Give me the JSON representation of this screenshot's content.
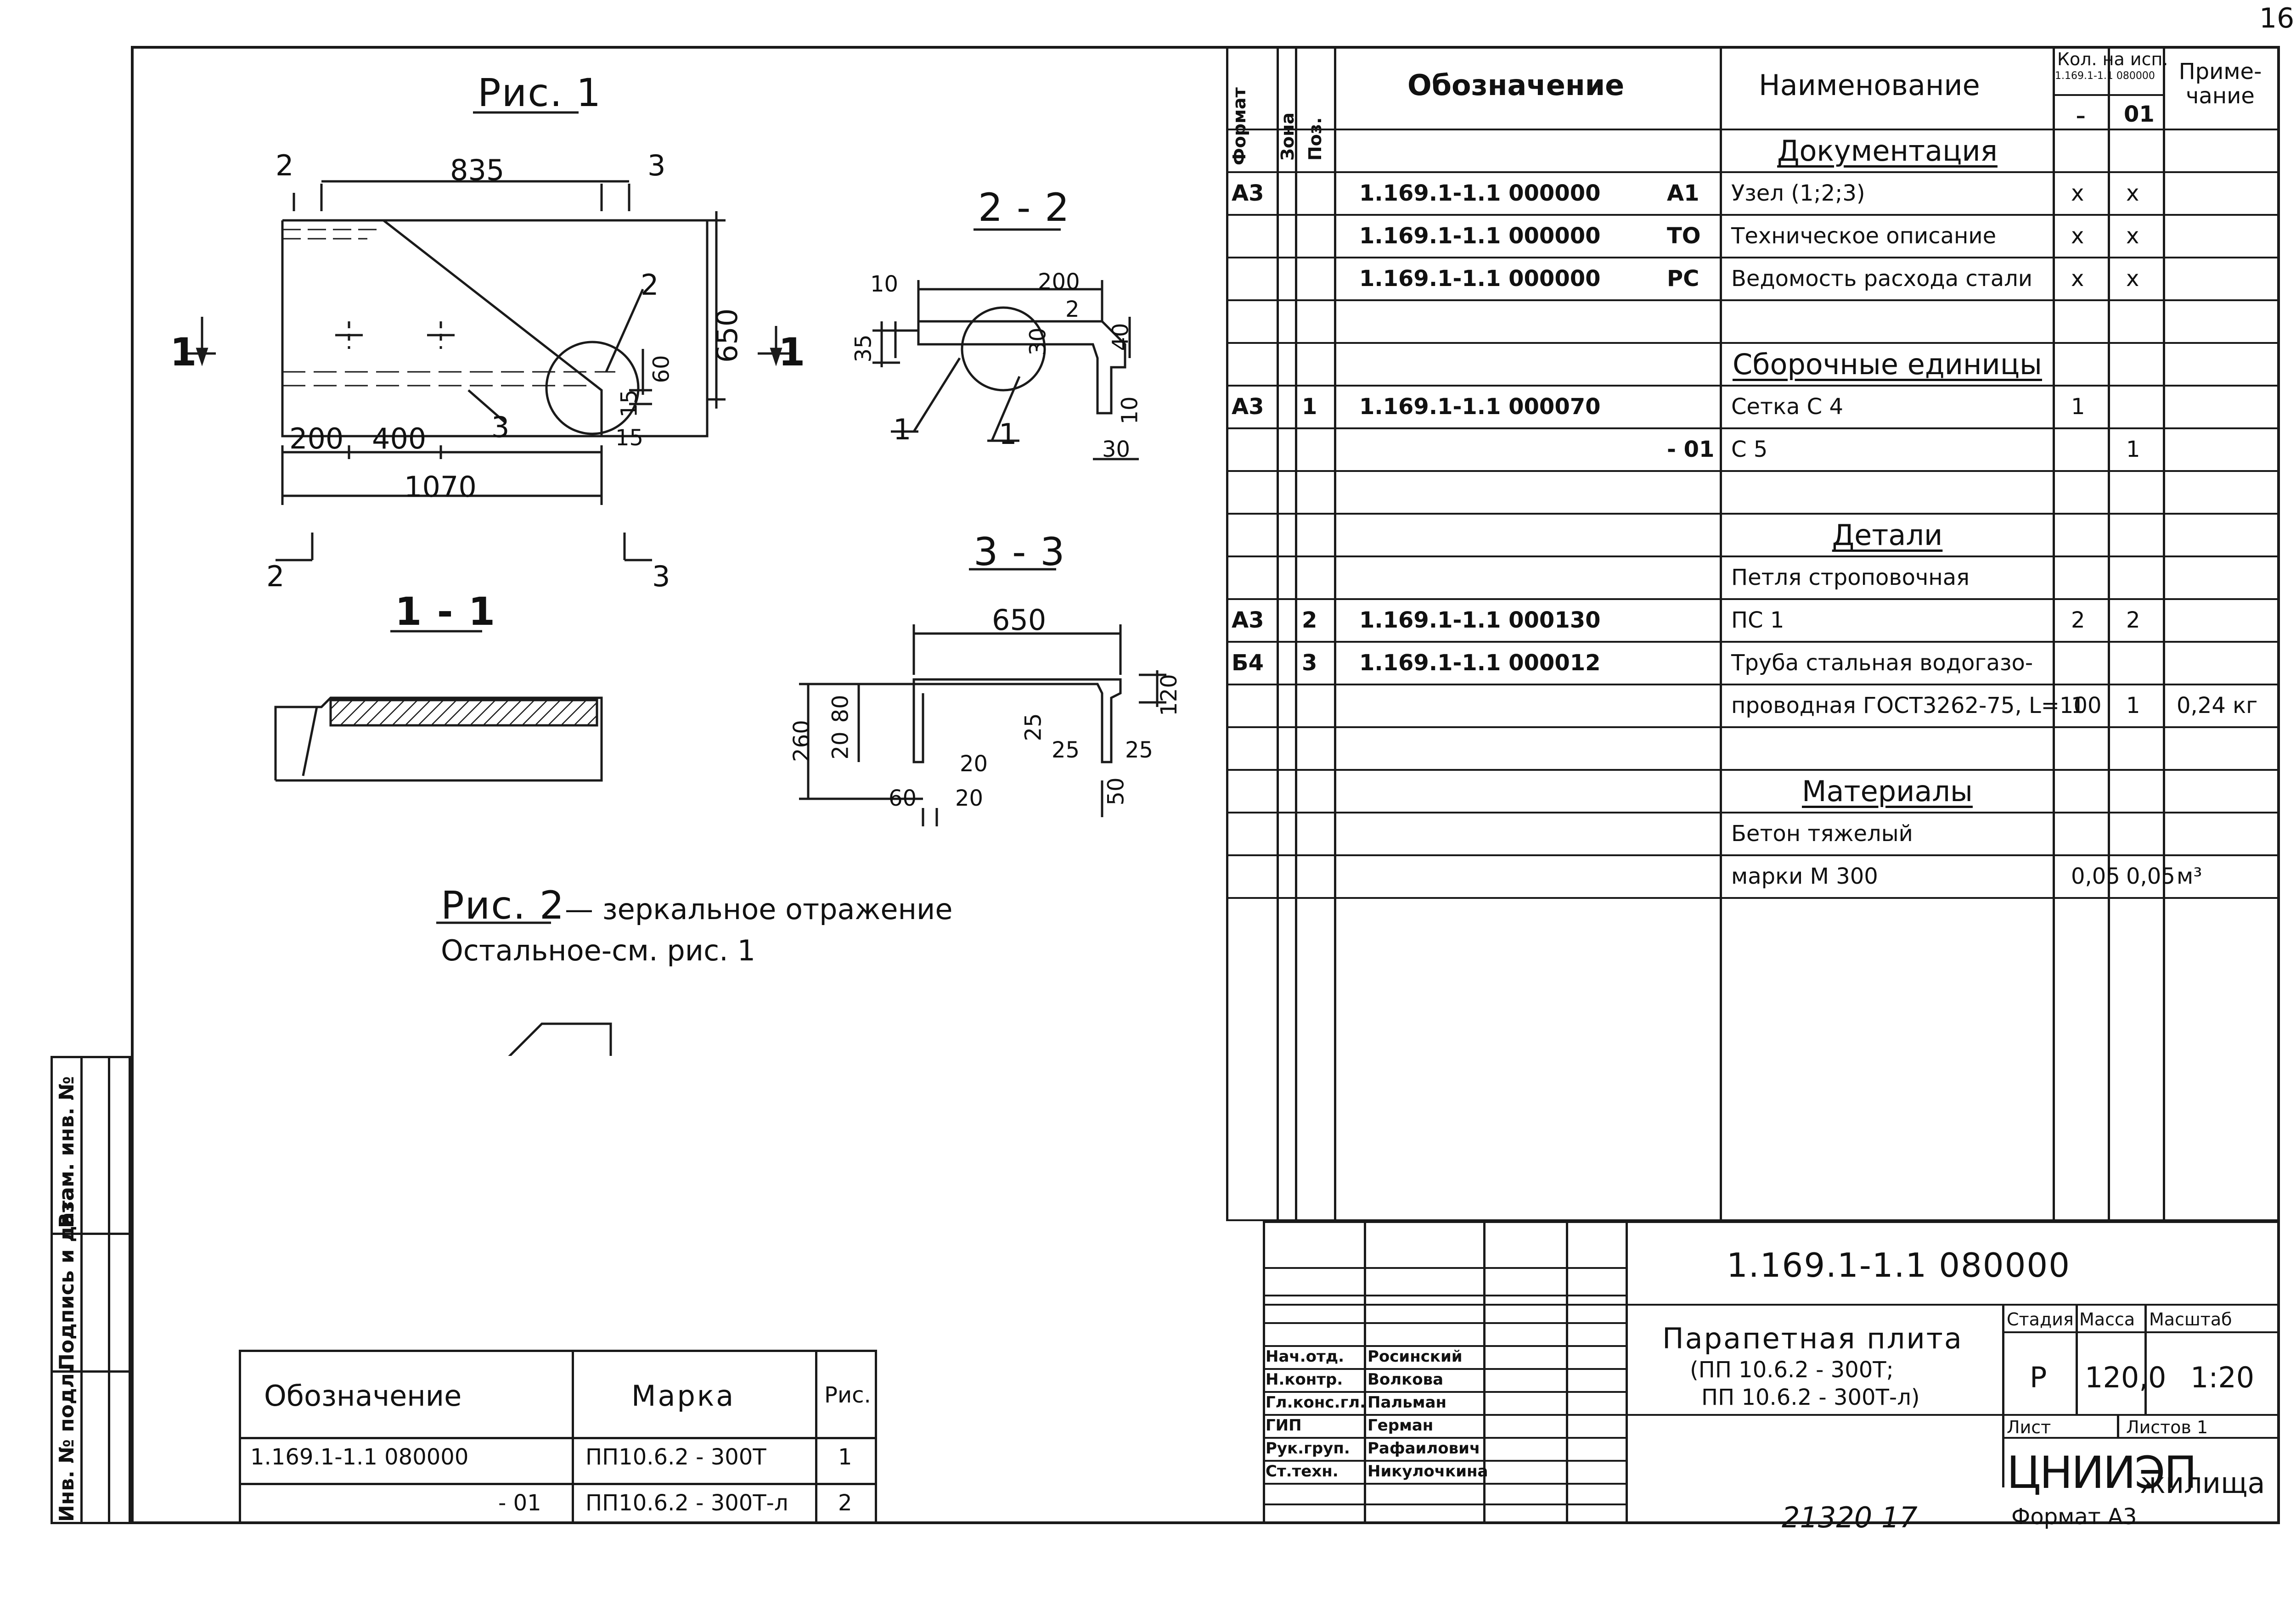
{
  "page": {
    "corner_number": "16"
  },
  "figures": {
    "fig1_title": "Рис. 1",
    "sec22_title": "2 - 2",
    "sec11_title": "1 - 1",
    "sec33_title": "3 - 3",
    "fig2_title": "Рис. 2",
    "fig2_note": "— зеркальное отражение",
    "fig2_note2": "Остальное-см. рис. 1",
    "fig1_dims": {
      "d835": "835",
      "d2a": "2",
      "d3a": "3",
      "d650": "650",
      "d60": "60",
      "d15a": "15",
      "d15b": "15",
      "d200": "200",
      "d400": "400",
      "d1070": "1070",
      "lbl1_left": "1",
      "lbl1_right": "1",
      "lbl2_callout": "2",
      "lbl3_callout": "3",
      "lbl2_bottom": "2",
      "lbl3_bottom": "3"
    },
    "sec22_dims": {
      "d10": "10",
      "d200": "200",
      "d2": "2",
      "d35": "35",
      "d40": "40",
      "d10b": "10",
      "d30": "30",
      "d30b": "30",
      "d1a": "1",
      "d1b": "1"
    },
    "sec33_dims": {
      "d650": "650",
      "d260": "260",
      "d20": "20",
      "d80": "80",
      "d120": "120",
      "d25a": "25",
      "d25b": "25",
      "d25c": "25",
      "d20b": "20",
      "d20c": "20",
      "d60": "60",
      "d50": "50"
    }
  },
  "spec": {
    "headers": {
      "format": "Формат",
      "zone": "Зона",
      "pos": "Поз.",
      "designation": "Обозначение",
      "name": "Наименование",
      "qty": "Кол. на исп.",
      "qty_doc": "1.169.1-1.1 080000",
      "qty_col1": "-",
      "qty_col2": "01",
      "note": "Приме-чание"
    },
    "rows": [
      {
        "format": "",
        "pos": "",
        "designation": "",
        "suffix": "",
        "name": "Документация",
        "section": true,
        "q1": "",
        "q2": "",
        "note": ""
      },
      {
        "format": "А3",
        "pos": "",
        "designation": "1.169.1-1.1 000000",
        "suffix": "А1",
        "name": "Узел (1;2;3)",
        "section": false,
        "q1": "x",
        "q2": "x",
        "note": ""
      },
      {
        "format": "",
        "pos": "",
        "designation": "1.169.1-1.1 000000",
        "suffix": "ТО",
        "name": "Техническое описание",
        "section": false,
        "q1": "x",
        "q2": "x",
        "note": ""
      },
      {
        "format": "",
        "pos": "",
        "designation": "1.169.1-1.1 000000",
        "suffix": "РС",
        "name": "Ведомость расхода стали",
        "section": false,
        "q1": "x",
        "q2": "x",
        "note": ""
      },
      {
        "format": "",
        "pos": "",
        "designation": "",
        "suffix": "",
        "name": "",
        "section": false,
        "q1": "",
        "q2": "",
        "note": ""
      },
      {
        "format": "",
        "pos": "",
        "designation": "",
        "suffix": "",
        "name": "Сборочные единицы",
        "section": true,
        "q1": "",
        "q2": "",
        "note": ""
      },
      {
        "format": "А3",
        "pos": "1",
        "designation": "1.169.1-1.1 000070",
        "suffix": "",
        "name": "Сетка      С 4",
        "section": false,
        "q1": "1",
        "q2": "",
        "note": ""
      },
      {
        "format": "",
        "pos": "",
        "designation": "",
        "suffix": "- 01",
        "name": "                С 5",
        "section": false,
        "q1": "",
        "q2": "1",
        "note": ""
      },
      {
        "format": "",
        "pos": "",
        "designation": "",
        "suffix": "",
        "name": "",
        "section": false,
        "q1": "",
        "q2": "",
        "note": ""
      },
      {
        "format": "",
        "pos": "",
        "designation": "",
        "suffix": "",
        "name": "Детали",
        "section": true,
        "q1": "",
        "q2": "",
        "note": ""
      },
      {
        "format": "",
        "pos": "",
        "designation": "",
        "suffix": "",
        "name": "Петля строповочная",
        "section": false,
        "q1": "",
        "q2": "",
        "note": ""
      },
      {
        "format": "А3",
        "pos": "2",
        "designation": "1.169.1-1.1 000130",
        "suffix": "",
        "name": "               ПС 1",
        "section": false,
        "q1": "2",
        "q2": "2",
        "note": ""
      },
      {
        "format": "Б4",
        "pos": "3",
        "designation": "1.169.1-1.1 000012",
        "suffix": "",
        "name": "Труба стальная водогазо-",
        "section": false,
        "q1": "",
        "q2": "",
        "note": ""
      },
      {
        "format": "",
        "pos": "",
        "designation": "",
        "suffix": "",
        "name": "проводная ГОСТ3262-75, L=100",
        "section": false,
        "q1": "1",
        "q2": "1",
        "note": "0,24 кг"
      },
      {
        "format": "",
        "pos": "",
        "designation": "",
        "suffix": "",
        "name": "",
        "section": false,
        "q1": "",
        "q2": "",
        "note": ""
      },
      {
        "format": "",
        "pos": "",
        "designation": "",
        "suffix": "",
        "name": "Материалы",
        "section": true,
        "q1": "",
        "q2": "",
        "note": ""
      },
      {
        "format": "",
        "pos": "",
        "designation": "",
        "suffix": "",
        "name": "Бетон тяжелый",
        "section": false,
        "q1": "",
        "q2": "",
        "note": ""
      },
      {
        "format": "",
        "pos": "",
        "designation": "",
        "suffix": "",
        "name": "марки   М 300",
        "section": false,
        "q1": "0,05",
        "q2": "0,05",
        "note": "м³"
      }
    ]
  },
  "title_block": {
    "doc_number": "1.169.1-1.1 080000",
    "product_name": "Парапетная плита",
    "product_marks_1": "(ПП 10.6.2 - 300Т;",
    "product_marks_2": "ПП 10.6.2 - 300Т-л)",
    "stage_label": "Стадия",
    "mass_label": "Масса",
    "scale_label": "Масштаб",
    "stage": "Р",
    "mass": "120,0",
    "scale": "1:20",
    "sheet_label": "Лист",
    "sheets_label": "Листов 1",
    "org": "ЦНИИЭП",
    "org_suffix": "жилища",
    "format_label": "Формат А3",
    "archive_number": "21320   17",
    "signatures": [
      {
        "role": "Нач.отд.",
        "name": "Росинский"
      },
      {
        "role": "Н.контр.",
        "name": "Волкова"
      },
      {
        "role": "Гл.конс.гл.",
        "name": "Пальман"
      },
      {
        "role": "ГИП",
        "name": "Герман"
      },
      {
        "role": "Рук.груп.",
        "name": "Рафаилович"
      },
      {
        "role": "Ст.техн.",
        "name": "Никулочкина"
      }
    ]
  },
  "side_stamp": {
    "col1": "Инв. № подл.",
    "col2": "Подпись и дата",
    "col3": "Взам. инв. №"
  },
  "mark_table": {
    "headers": {
      "designation": "Обозначение",
      "mark": "Марка",
      "fig": "Рис."
    },
    "rows": [
      {
        "designation": "1.169.1-1.1 080000",
        "mark": "ПП10.6.2 - 300Т",
        "fig": "1"
      },
      {
        "designation": "- 01",
        "mark": "ПП10.6.2 - 300Т-л",
        "fig": "2"
      }
    ]
  }
}
